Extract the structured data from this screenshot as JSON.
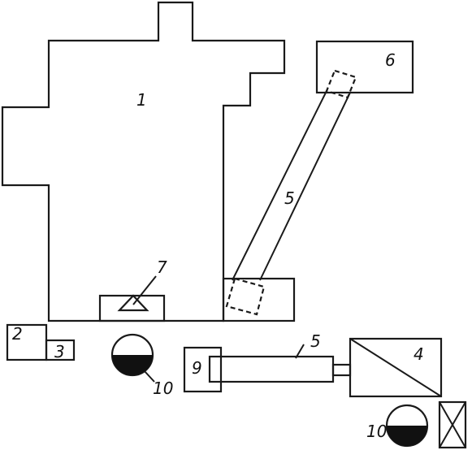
{
  "labels": {
    "l1": "1",
    "l2": "2",
    "l3": "3",
    "l4": "4",
    "l5_incline": "5",
    "l5_horizontal": "5",
    "l6": "6",
    "l7": "7",
    "l9": "9",
    "l10_left": "10",
    "l10_right": "10"
  },
  "colors": {
    "ink": "#1a1a1a",
    "background": "#ffffff"
  }
}
